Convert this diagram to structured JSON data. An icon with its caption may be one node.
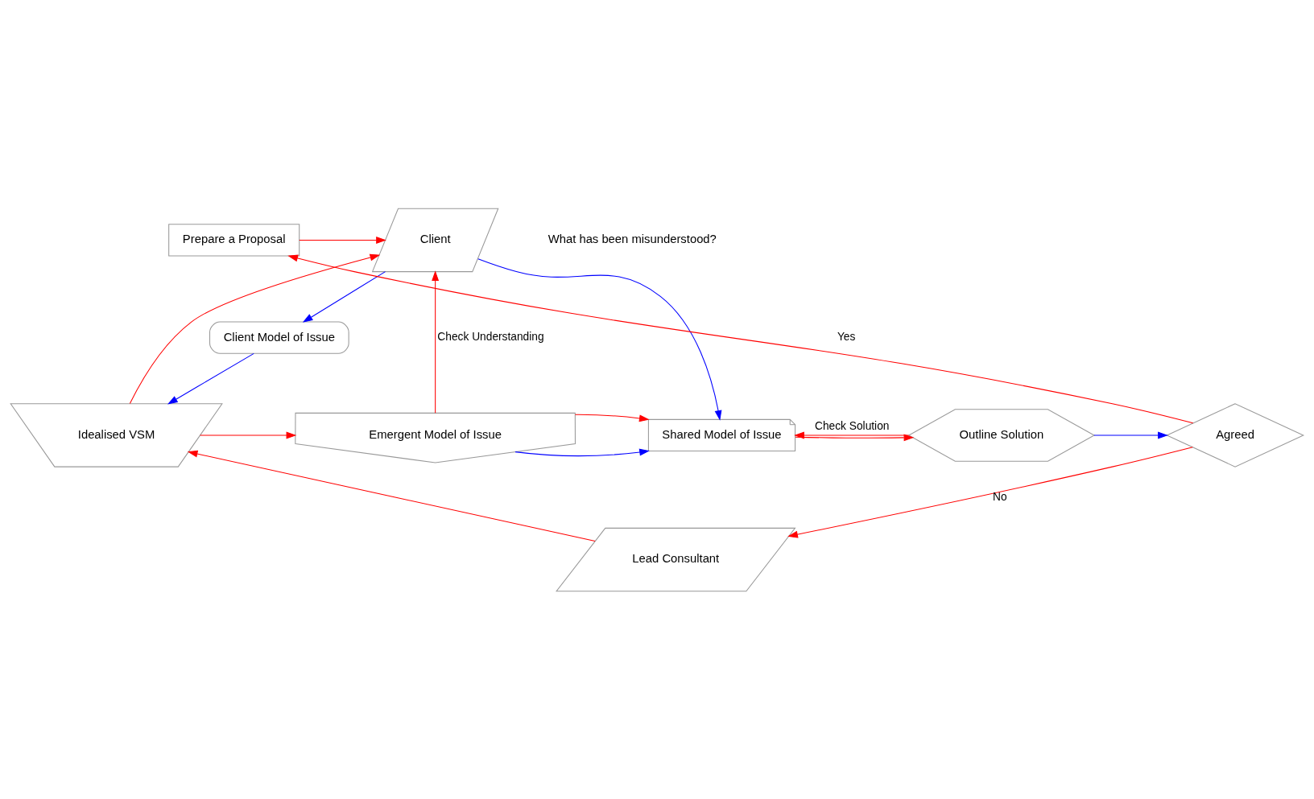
{
  "diagram": {
    "nodes": [
      {
        "text": [
          "Client"
        ]
      },
      {
        "text": [
          "Client Model of Issue"
        ]
      },
      {
        "text": [
          "Idealised VSM"
        ]
      },
      {
        "text": [
          "Lead Consultant"
        ]
      },
      {
        "text": [
          "Emergent Model of Issue"
        ]
      },
      {
        "text": [
          "Shared Model of Issue"
        ]
      },
      {
        "text": [
          "Outline Solution"
        ]
      },
      {
        "text": [
          "Agreed"
        ]
      },
      {
        "text": [
          "Prepare a Proposal"
        ]
      }
    ],
    "edges": [
      {
        "from": 0,
        "to": 1,
        "arrow": "to",
        "color": "#0000ff"
      },
      {
        "from": 1,
        "to": 2,
        "arrow": "to",
        "color": "#0000ff"
      },
      {
        "from": 2,
        "to": 0,
        "arrow": "to"
      },
      {
        "from": 2,
        "to": 4,
        "arrow": "to"
      },
      {
        "from": 3,
        "to": 2,
        "arrow": "to"
      },
      {
        "from": 4,
        "to": 0,
        "arrow": "to",
        "label": "Check Understanding"
      },
      {
        "from": 4,
        "to": 5,
        "arrow": "to",
        "color": "#0000ff"
      },
      {
        "from": 4,
        "to": 5,
        "arrow": "to"
      },
      {
        "from": 0,
        "to": 5,
        "arrow": "to",
        "color": "#0000ff"
      },
      {
        "from": 5,
        "to": 6,
        "arrow": "to"
      },
      {
        "from": 6,
        "to": 5,
        "arrow": "to",
        "label": "Check Solution"
      },
      {
        "from": 6,
        "to": 7,
        "arrow": "to",
        "color": "#0000ff"
      },
      {
        "from": 7,
        "to": 8,
        "arrow": "to",
        "label": "Yes"
      },
      {
        "from": 7,
        "to": 3,
        "arrow": "to",
        "label": "No"
      },
      {
        "from": 8,
        "to": 0,
        "arrow": "to"
      }
    ],
    "labels": [
      "What has been misunderstood?"
    ]
  }
}
